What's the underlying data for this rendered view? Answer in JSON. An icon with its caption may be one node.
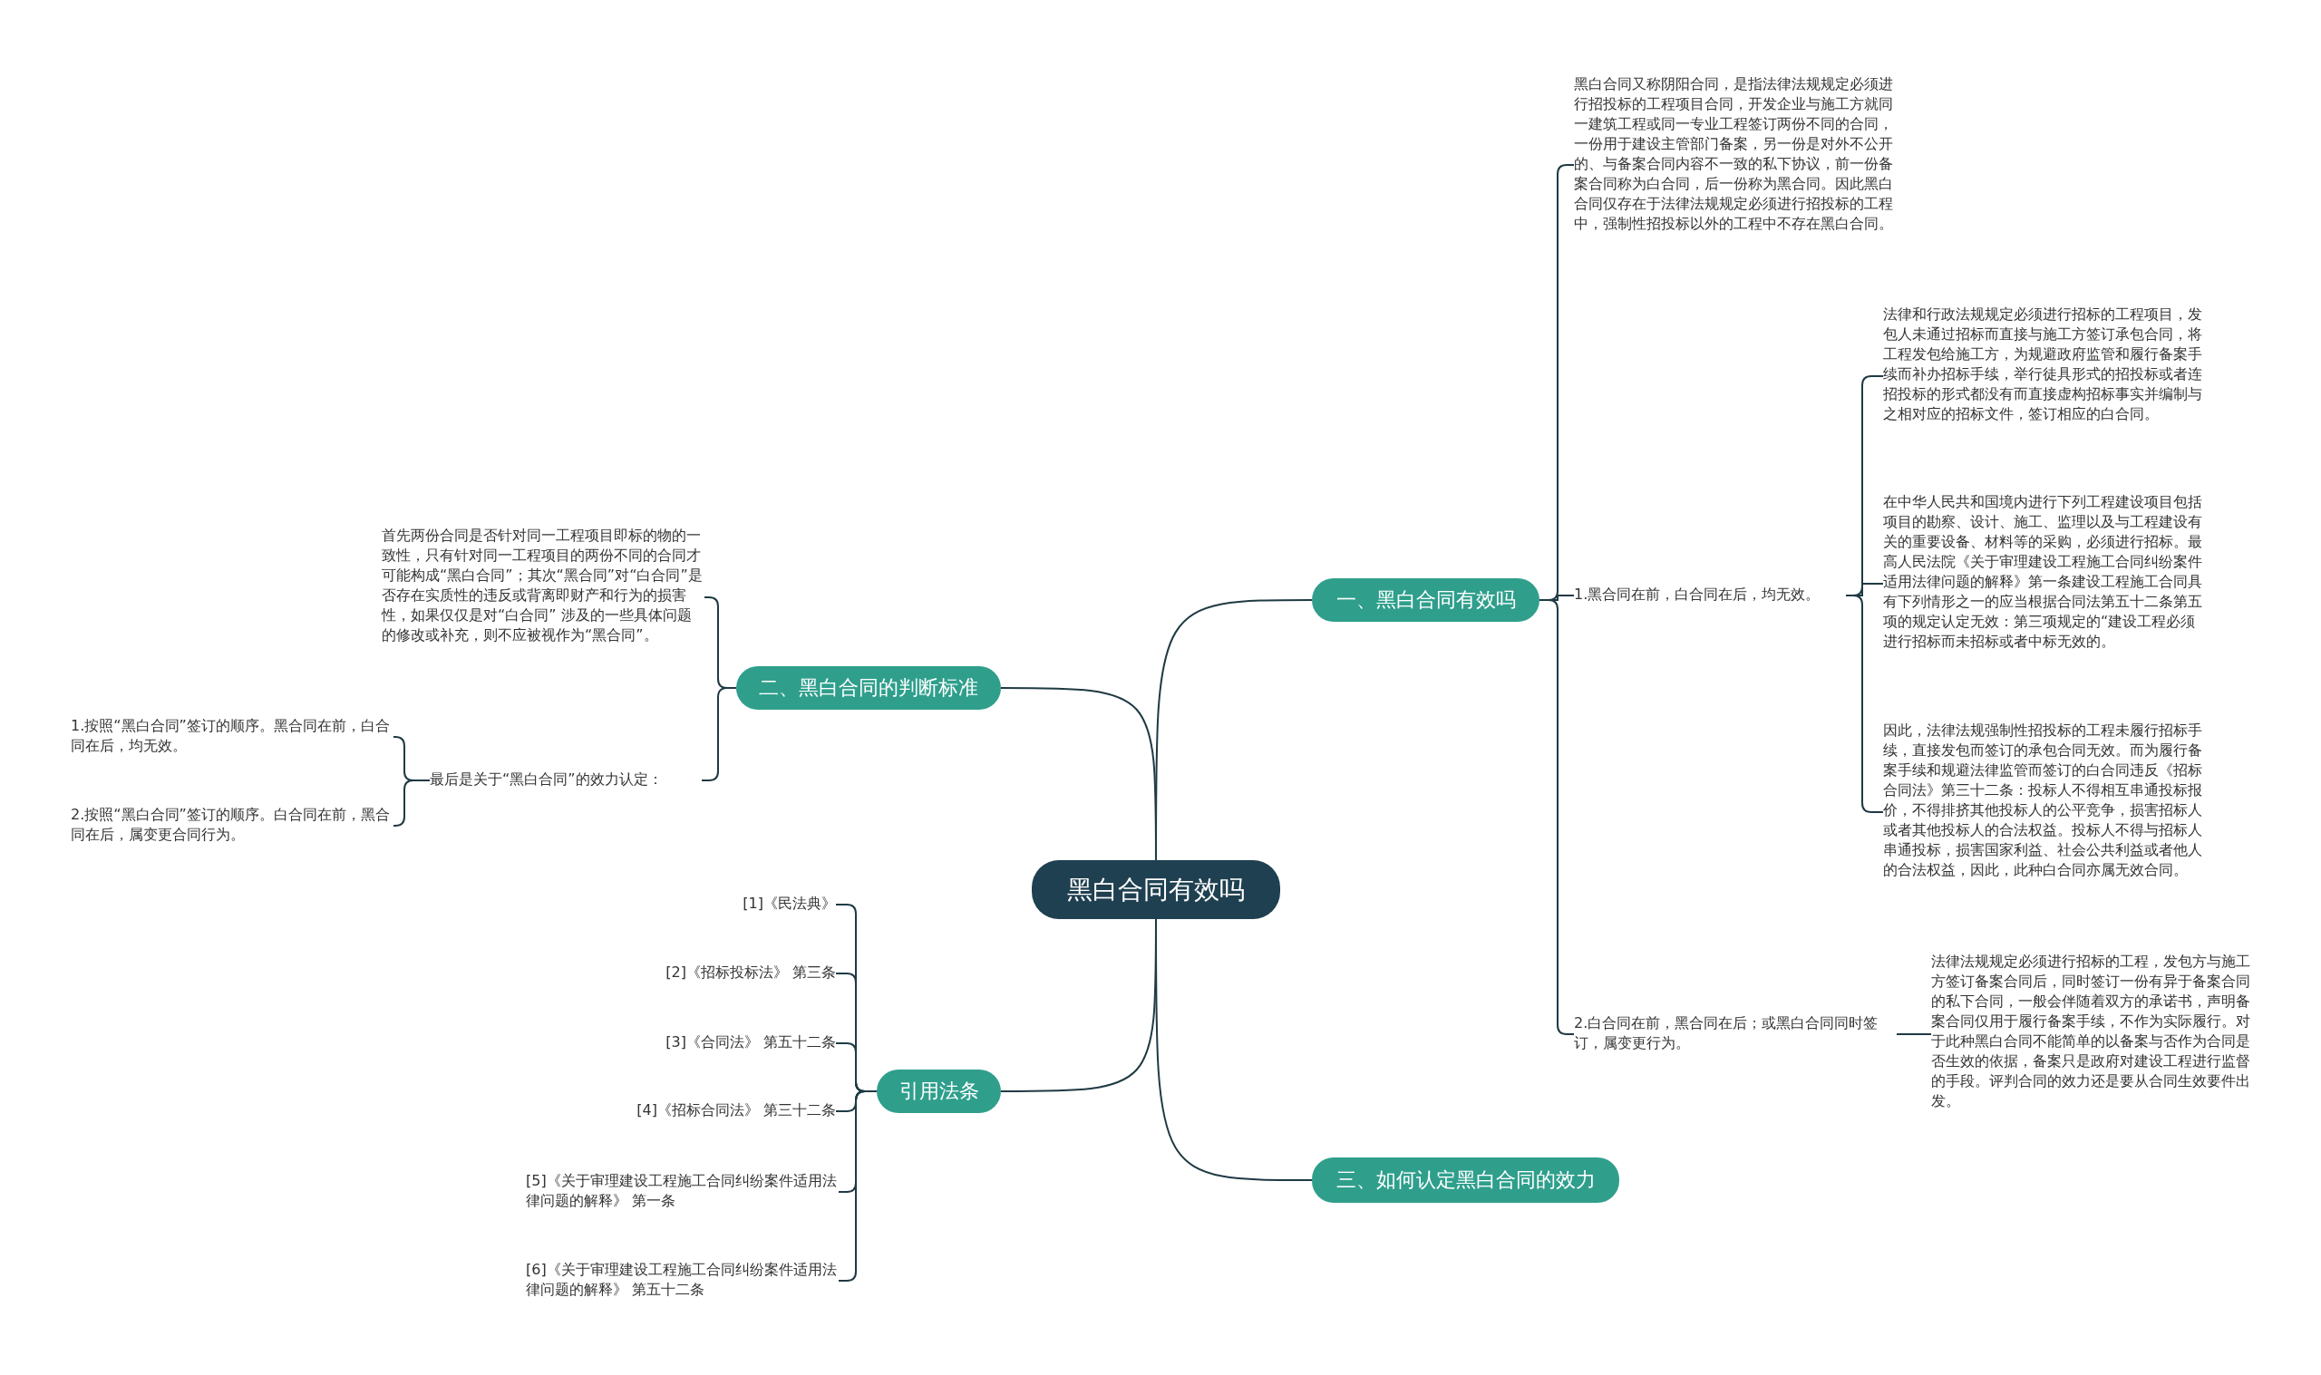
{
  "diagram": {
    "nodes": [
      {
        "text": [
          "黑白合同有效吗"
        ]
      },
      {
        "text": [
          "一、黑白合同有效吗"
        ]
      },
      {
        "text": [
          "黑白合同又称阴阳合同，是指法律法规规定必须进行招投标的工程项目合同，开发企业与施工方就同一建筑工程或同一专业工程签订两份不同的合同，一份用于建设主管部门备案，另一份是对外不公开的、与备案合同内容不一致的私下协议，前一份备案合同称为白合同，后一份称为黑合同。因此黑白合同仅存在于法律法规规定必须进行招投标的工程中，强制性招投标以外的工程中不存在黑白合同。"
        ]
      },
      {
        "text": [
          "1.黑合同在前，白合同在后，均无效。"
        ]
      },
      {
        "text": [
          "法律和行政法规规定必须进行招标的工程项目，发包人未通过招标而直接与施工方签订承包合同，将工程发包给施工方，为规避政府监管和履行备案手续而补办招标手续，举行徒具形式的招投标或者连招投标的形式都没有而直接虚构招标事实并编制与之相对应的招标文件，签订相应的白合同。"
        ]
      },
      {
        "text": [
          "在中华人民共和国境内进行下列工程建设项目包括项目的勘察、设计、施工、监理以及与工程建设有关的重要设备、材料等的采购，必须进行招标。最高人民法院《关于审理建设工程施工合同纠纷案件适用法律问题的解释》第一条建设工程施工合同具有下列情形之一的应当根据合同法第五十二条第五项的规定认定无效：第三项规定的“建设工程必须进行招标而未招标或者中标无效的。"
        ]
      },
      {
        "text": [
          "因此，法律法规强制性招投标的工程未履行招标手续，直接发包而签订的承包合同无效。而为履行备案手续和规避法律监管而签订的白合同违反《招标合同法》第三十二条：投标人不得相互串通投标报价，不得排挤其他投标人的公平竞争，损害招标人或者其他投标人的合法权益。投标人不得与招标人串通投标，损害国家利益、社会公共利益或者他人的合法权益，因此，此种白合同亦属无效合同。"
        ]
      },
      {
        "text": [
          "2.白合同在前，黑合同在后；或黑白合同同时签订，属变更行为。"
        ]
      },
      {
        "text": [
          "法律法规规定必须进行招标的工程，发包方与施工方签订备案合同后，同时签订一份有异于备案合同的私下合同，一般会伴随着双方的承诺书，声明备案合同仅用于履行备案手续，不作为实际履行。对于此种黑白合同不能简单的以备案与否作为合同是否生效的依据，备案只是政府对建设工程进行监督的手段。评判合同的效力还是要从合同生效要件出发。"
        ]
      },
      {
        "text": [
          "三、如何认定黑白合同的效力"
        ]
      },
      {
        "text": [
          "二、黑白合同的判断标准"
        ]
      },
      {
        "text": [
          "首先两份合同是否针对同一工程项目即标的物的一致性，只有针对同一工程项目的两份不同的合同才可能构成“黑白合同”；其次“黑合同”对“白合同”是否存在实质性的违反或背离即财产和行为的损害性，如果仅仅是对“白合同” 涉及的一些具体问题的修改或补充，则不应被视作为“黑合同”。"
        ]
      },
      {
        "text": [
          "最后是关于“黑白合同”的效力认定："
        ]
      },
      {
        "text": [
          "1.按照“黑白合同”签订的顺序。黑合同在前，白合同在后，均无效。"
        ]
      },
      {
        "text": [
          "2.按照“黑白合同”签订的顺序。白合同在前，黑合同在后，属变更合同行为。"
        ]
      },
      {
        "text": [
          "引用法条"
        ]
      },
      {
        "text": [
          "[1]《民法典》"
        ]
      },
      {
        "text": [
          "[2]《招标投标法》 第三条"
        ]
      },
      {
        "text": [
          "[3]《合同法》 第五十二条"
        ]
      },
      {
        "text": [
          "[4]《招标合同法》 第三十二条"
        ]
      },
      {
        "text": [
          "[5]《关于审理建设工程施工合同纠纷案件适用法律问题的解释》 第一条"
        ]
      },
      {
        "text": [
          "[6]《关于审理建设工程施工合同纠纷案件适用法律问题的解释》 第五十二条"
        ]
      }
    ],
    "edges": [
      {
        "from": 0,
        "to": 1,
        "arrow": "none"
      },
      {
        "from": 0,
        "to": 10,
        "arrow": "none"
      },
      {
        "from": 0,
        "to": 15,
        "arrow": "none"
      },
      {
        "from": 0,
        "to": 9,
        "arrow": "none"
      },
      {
        "from": 1,
        "to": 2,
        "arrow": "none"
      },
      {
        "from": 1,
        "to": 3,
        "arrow": "none"
      },
      {
        "from": 1,
        "to": 7,
        "arrow": "none"
      },
      {
        "from": 3,
        "to": 4,
        "arrow": "none"
      },
      {
        "from": 3,
        "to": 5,
        "arrow": "none"
      },
      {
        "from": 3,
        "to": 6,
        "arrow": "none"
      },
      {
        "from": 7,
        "to": 8,
        "arrow": "none"
      },
      {
        "from": 10,
        "to": 11,
        "arrow": "none"
      },
      {
        "from": 10,
        "to": 12,
        "arrow": "none"
      },
      {
        "from": 12,
        "to": 13,
        "arrow": "none"
      },
      {
        "from": 12,
        "to": 14,
        "arrow": "none"
      },
      {
        "from": 15,
        "to": 16,
        "arrow": "none"
      },
      {
        "from": 15,
        "to": 17,
        "arrow": "none"
      },
      {
        "from": 15,
        "to": 18,
        "arrow": "none"
      },
      {
        "from": 15,
        "to": 19,
        "arrow": "none"
      },
      {
        "from": 15,
        "to": 20,
        "arrow": "none"
      },
      {
        "from": 15,
        "to": 21,
        "arrow": "none"
      }
    ]
  }
}
